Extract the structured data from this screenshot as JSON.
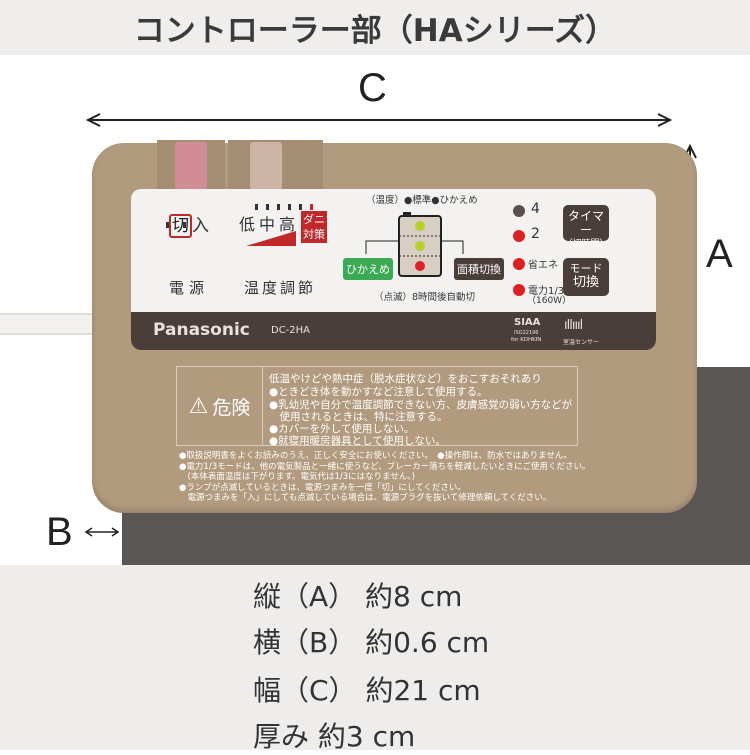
{
  "title": "コントローラー部（HAシリーズ）",
  "dimension_labels": {
    "a": "A",
    "b": "B",
    "c": "C"
  },
  "specs": [
    "縦（A） 約8 cm",
    "横（B） 約0.6 cm",
    "幅（C） 約21 cm",
    "厚み 約3 cm"
  ],
  "controller": {
    "power_off": "切",
    "power_on": "入",
    "temp_levels": [
      "低",
      "中",
      "高"
    ],
    "mite_badge": "ダニ対策",
    "power_label": "電源",
    "temp_label": "温度調節",
    "temp_legend": "（温度）●標準●ひかえめ",
    "hikaeme_button": "ひかえめ",
    "area_button": "面積切換",
    "auto_off": "（点滅）8時間後自動切",
    "timer_levels": [
      "4",
      "2"
    ],
    "mode_levels": [
      "省エネ",
      "電力1/3",
      "（160W）"
    ],
    "timer_button": [
      "タイマー",
      "（切時間）"
    ],
    "mode_button": [
      "モード",
      "切換"
    ],
    "brand": "Panasonic",
    "model": "DC-2HA",
    "siaa": [
      "SIAA",
      "ISO22196",
      "for KOHKIN"
    ],
    "sensor": "室温センサー",
    "warning_title": "危険",
    "warning_lines": [
      "低温やけどや熱中症（脱水症状など）をおこすおそれあり",
      "●ときどき体を動かすなど注意して使用する。",
      "●乳幼児や自分で温度調節できない方、皮膚感覚の弱い方などが",
      "　使用されるときは、特に注意する。",
      "●カバーを外して使用しない。",
      "●就寝用暖房器具として使用しない。"
    ],
    "notes": [
      "●取扱説明書をよくお読みのうえ、正しく安全にお使いください。　●操作部は、防水ではありません。",
      "●電力1/3モードは、他の電気製品と一緒に使うなど、ブレーカー落ちを軽減したいときにご使用ください。",
      "　(本体表面温度は下がります。電気代は1/3にはなりません。)",
      "●ランプが点滅しているときは、電源つまみを一度「切」にしてください。",
      "　電源つまみを「入」にしても点滅している場合は、電源プラグを抜いて修理依頼してください。"
    ]
  },
  "colors": {
    "body": "#b29a7e",
    "band": "#4a3e3a",
    "red": "#d42020",
    "green": "#3aaa55"
  }
}
